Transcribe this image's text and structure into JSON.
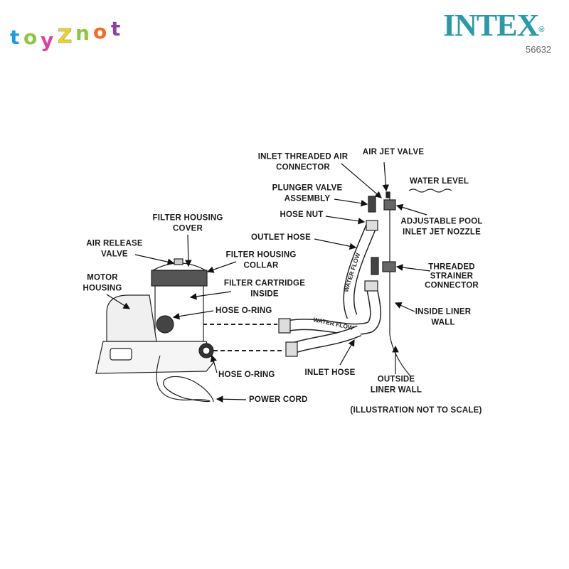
{
  "brand": {
    "store_logo": "toyZnot",
    "maker_logo": "INTEX",
    "registered_mark": "®",
    "model_number": "56632",
    "accent_color": "#2b9aa8"
  },
  "labels": {
    "inlet_threaded_air_connector": [
      "INLET THREADED AIR",
      "CONNECTOR"
    ],
    "air_jet_valve": "AIR JET VALVE",
    "water_level": "WATER LEVEL",
    "plunger_valve_assembly": [
      "PLUNGER VALVE",
      "ASSEMBLY"
    ],
    "hose_nut": "HOSE NUT",
    "adjustable_pool_inlet_jet_nozzle": [
      "ADJUSTABLE POOL",
      "INLET JET NOZZLE"
    ],
    "outlet_hose": "OUTLET HOSE",
    "filter_housing_cover": [
      "FILTER HOUSING",
      "COVER"
    ],
    "air_release_valve": [
      "AIR RELEASE",
      "VALVE"
    ],
    "filter_housing_collar": [
      "FILTER HOUSING",
      "COLLAR"
    ],
    "motor_housing": [
      "MOTOR",
      "HOUSING"
    ],
    "filter_cartridge_inside": [
      "FILTER CARTRIDGE",
      "INSIDE"
    ],
    "threaded_strainer_connector": [
      "THREADED",
      "STRAINER",
      "CONNECTOR"
    ],
    "hose_o_ring_top": "HOSE O-RING",
    "inside_liner_wall": [
      "INSIDE LINER",
      "WALL"
    ],
    "hose_o_ring_bottom": "HOSE O-RING",
    "inlet_hose": "INLET HOSE",
    "outside_liner_wall": [
      "OUTSIDE",
      "LINER WALL"
    ],
    "power_cord": "POWER CORD",
    "water_flow": "WATER FLOW",
    "note": "(ILLUSTRATION NOT TO SCALE)"
  }
}
